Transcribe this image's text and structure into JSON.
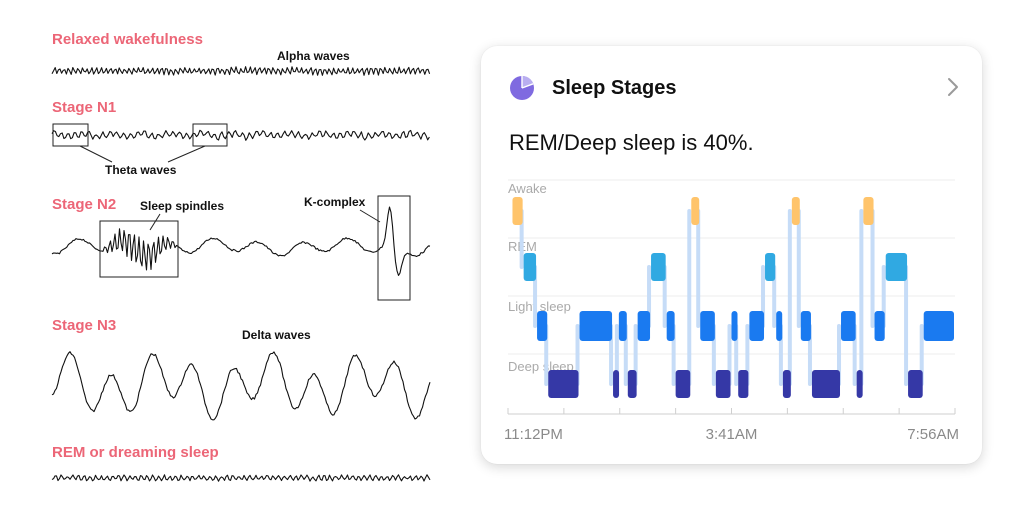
{
  "eeg": {
    "stages": [
      {
        "title": "Relaxed wakefulness",
        "wave": "alpha"
      },
      {
        "title": "Stage N1",
        "wave": "n1"
      },
      {
        "title": "Stage N2",
        "wave": "n2"
      },
      {
        "title": "Stage N3",
        "wave": "delta"
      },
      {
        "title": "REM or dreaming sleep",
        "wave": "rem"
      }
    ],
    "annotations": {
      "alpha": "Alpha waves",
      "theta": "Theta waves",
      "spindles": "Sleep spindles",
      "kcomplex": "K-complex",
      "delta": "Delta waves"
    },
    "title_color": "#ec6677"
  },
  "card": {
    "title": "Sleep Stages",
    "icon": "pie-chart-icon",
    "headline": "REM/Deep sleep is 40%."
  },
  "chart_data": {
    "type": "hypnogram",
    "levels": [
      "Awake",
      "REM",
      "Light sleep",
      "Deep sleep"
    ],
    "level_colors": {
      "Awake": "#ffc46b",
      "REM": "#30a9e2",
      "Light sleep": "#1a7af0",
      "Deep sleep": "#3538a6"
    },
    "time_labels": [
      "11:12PM",
      "3:41AM",
      "7:56AM"
    ],
    "segments": [
      {
        "stage": "Awake",
        "start": 0.01,
        "end": 0.035
      },
      {
        "stage": "REM",
        "start": 0.035,
        "end": 0.065
      },
      {
        "stage": "Light sleep",
        "start": 0.065,
        "end": 0.09
      },
      {
        "stage": "Deep sleep",
        "start": 0.09,
        "end": 0.16
      },
      {
        "stage": "Light sleep",
        "start": 0.16,
        "end": 0.235
      },
      {
        "stage": "Deep sleep",
        "start": 0.235,
        "end": 0.248
      },
      {
        "stage": "Light sleep",
        "start": 0.248,
        "end": 0.268
      },
      {
        "stage": "Deep sleep",
        "start": 0.268,
        "end": 0.29
      },
      {
        "stage": "Light sleep",
        "start": 0.29,
        "end": 0.32
      },
      {
        "stage": "REM",
        "start": 0.32,
        "end": 0.355
      },
      {
        "stage": "Light sleep",
        "start": 0.355,
        "end": 0.375
      },
      {
        "stage": "Deep sleep",
        "start": 0.375,
        "end": 0.41
      },
      {
        "stage": "Awake",
        "start": 0.41,
        "end": 0.43
      },
      {
        "stage": "Light sleep",
        "start": 0.43,
        "end": 0.465
      },
      {
        "stage": "Deep sleep",
        "start": 0.465,
        "end": 0.5
      },
      {
        "stage": "Light sleep",
        "start": 0.5,
        "end": 0.515
      },
      {
        "stage": "Deep sleep",
        "start": 0.515,
        "end": 0.54
      },
      {
        "stage": "Light sleep",
        "start": 0.54,
        "end": 0.575
      },
      {
        "stage": "REM",
        "start": 0.575,
        "end": 0.6
      },
      {
        "stage": "Light sleep",
        "start": 0.6,
        "end": 0.615
      },
      {
        "stage": "Deep sleep",
        "start": 0.615,
        "end": 0.635
      },
      {
        "stage": "Awake",
        "start": 0.635,
        "end": 0.655
      },
      {
        "stage": "Light sleep",
        "start": 0.655,
        "end": 0.68
      },
      {
        "stage": "Deep sleep",
        "start": 0.68,
        "end": 0.745
      },
      {
        "stage": "Light sleep",
        "start": 0.745,
        "end": 0.78
      },
      {
        "stage": "Deep sleep",
        "start": 0.78,
        "end": 0.795
      },
      {
        "stage": "Awake",
        "start": 0.795,
        "end": 0.82
      },
      {
        "stage": "Light sleep",
        "start": 0.82,
        "end": 0.845
      },
      {
        "stage": "REM",
        "start": 0.845,
        "end": 0.895
      },
      {
        "stage": "Deep sleep",
        "start": 0.895,
        "end": 0.93
      },
      {
        "stage": "Light sleep",
        "start": 0.93,
        "end": 1.0
      }
    ]
  }
}
